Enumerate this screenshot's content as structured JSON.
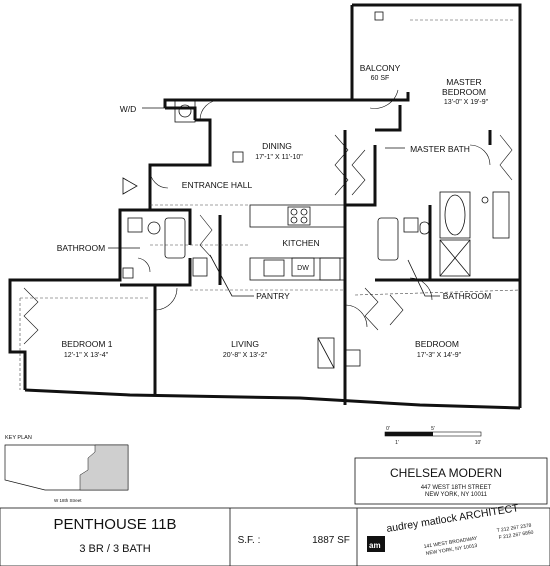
{
  "rooms": {
    "balcony": {
      "name": "BALCONY",
      "area": "60 SF"
    },
    "master_bedroom": {
      "name": "MASTER",
      "name2": "BEDROOM",
      "dims": "13'-0\" X 19'-9\""
    },
    "wd": "W/D",
    "dining": {
      "name": "DINING",
      "dims": "17'-1\" X 11'-10\""
    },
    "master_bath": "MASTER BATH",
    "entrance_hall": "ENTRANCE HALL",
    "kitchen": "KITCHEN",
    "dw": "DW",
    "bathroom_left": "BATHROOM",
    "bathroom_right": "BATHROOM",
    "pantry": "PANTRY",
    "bedroom1": {
      "name": "BEDROOM 1",
      "dims": "12'-1\" X 13'-4\""
    },
    "living": {
      "name": "LIVING",
      "dims": "20'-8\" X 13'-2\""
    },
    "bedroom": {
      "name": "BEDROOM",
      "dims": "17'-3\" X 14'-9\""
    }
  },
  "scale": {
    "t0": "0'",
    "t5": "5'",
    "t1": "1'",
    "t10": "10'"
  },
  "key_plan": {
    "title": "KEY PLAN",
    "street": "W 18th Street"
  },
  "building": {
    "name": "CHELSEA MODERN",
    "address1": "447 WEST 18TH STREET",
    "address2": "NEW YORK, NY 10011"
  },
  "unit": {
    "title": "PENTHOUSE 11B",
    "subtitle": "3 BR / 3 BATH",
    "sf_label": "S.F. :",
    "sf_value": "1887 SF"
  },
  "architect": {
    "logo_letters": "am",
    "name": "audrey matlock ARCHITECT",
    "addr1": "141 WEST BROADWAY",
    "addr2": "NEW YORK, NY 10013",
    "phone": "T 212 267 2378",
    "fax": "F 212 267 6850"
  }
}
